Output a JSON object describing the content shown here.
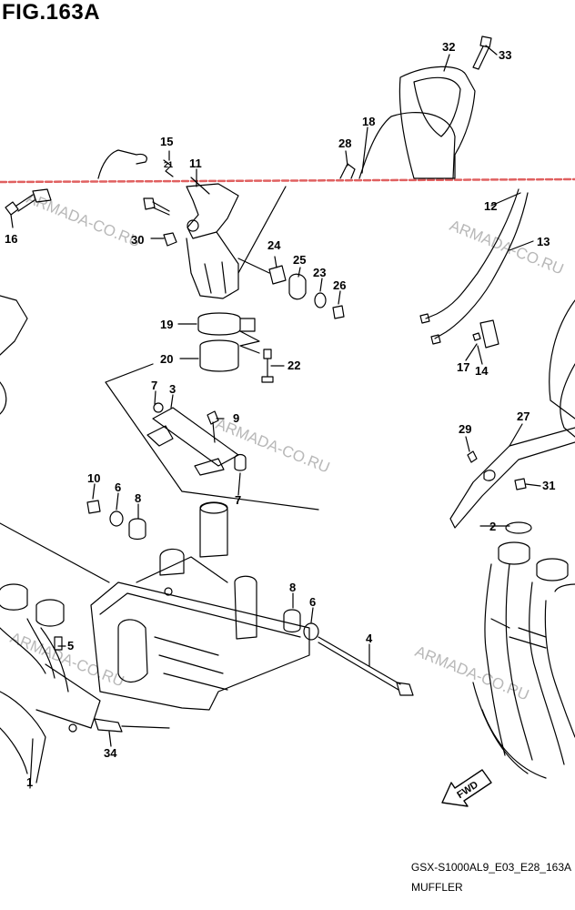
{
  "figure": {
    "title": "FIG.163A",
    "part_code": "GSX-S1000AL9_E03_E28_163A",
    "section_name": "MUFFLER"
  },
  "watermark": {
    "text": "ARMADA-CO.RU",
    "color": "#b8b8b8"
  },
  "scan_line_color": "#e06060",
  "fwd_arrow_label": "FWD",
  "callouts": [
    "1",
    "2",
    "3",
    "4",
    "5",
    "6",
    "6",
    "7",
    "7",
    "8",
    "8",
    "9",
    "10",
    "11",
    "12",
    "13",
    "14",
    "15",
    "16",
    "17",
    "18",
    "19",
    "20",
    "21",
    "22",
    "23",
    "24",
    "25",
    "26",
    "27",
    "28",
    "29",
    "30",
    "31",
    "32",
    "33",
    "34"
  ]
}
